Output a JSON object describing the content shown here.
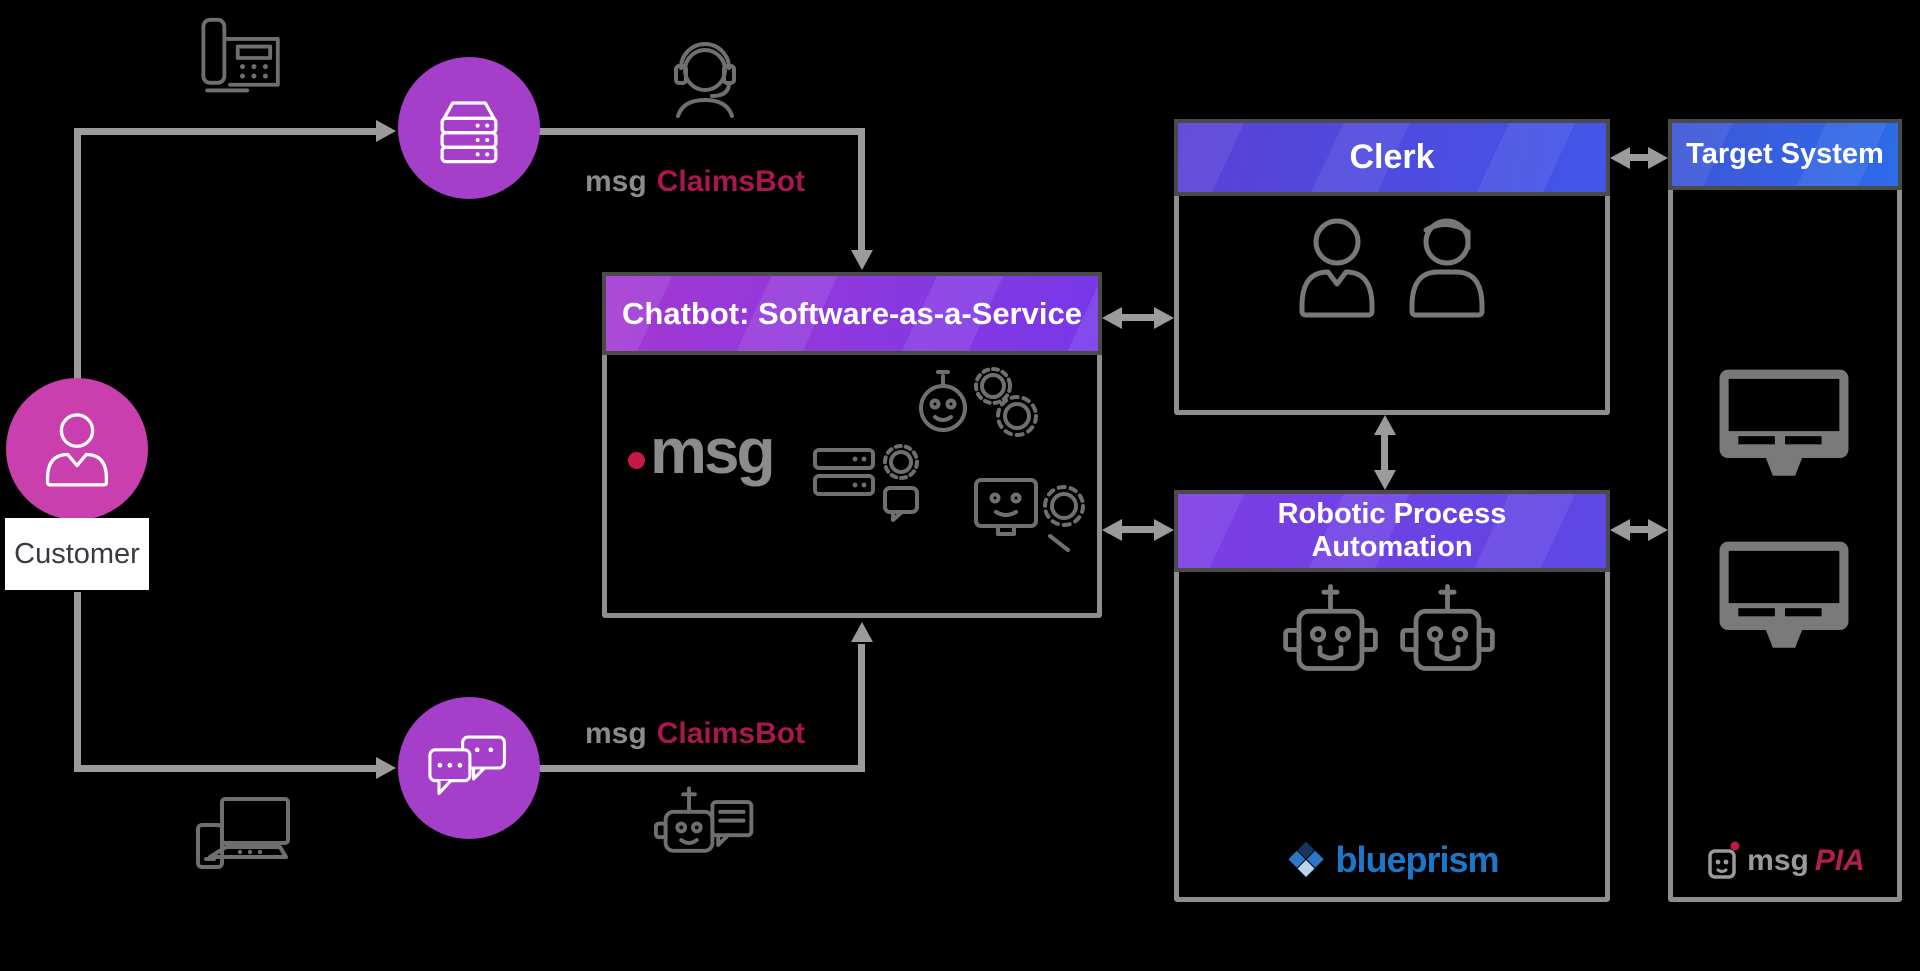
{
  "canvas": {
    "background": "#000000",
    "connector_color": "#9b9b9b"
  },
  "customer": {
    "label": "Customer",
    "icon": "person-icon",
    "circle_color": "#ca3fae"
  },
  "channels": {
    "phone_line": {
      "icon": "desk-phone-icon"
    },
    "voice_gateway": {
      "icon": "server-stack-icon",
      "circle_color": "#a53fc9"
    },
    "call_agent": {
      "icon": "support-agent-headset-icon"
    },
    "chat_line": {
      "icon": "laptop-phone-icon"
    },
    "chat_gateway": {
      "icon": "chat-bubbles-icon",
      "circle_color": "#a53fc9"
    },
    "chatbot_device": {
      "icon": "robot-chat-window-icon"
    }
  },
  "products": {
    "claimsbot_top": {
      "prefix": "msg",
      "name": "ClaimsBot",
      "prefix_color": "#8c8c8c",
      "name_color": "#a8174e"
    },
    "claimsbot_bottom": {
      "prefix": "msg",
      "name": "ClaimsBot",
      "prefix_color": "#8c8c8c",
      "name_color": "#a8174e"
    }
  },
  "boxes": {
    "chatbot": {
      "title": "Chatbot: Software-as-a-Service",
      "header_gradient": [
        "#a438d2",
        "#7638ea"
      ],
      "vendor_logo": "msg",
      "icons": [
        "bot-gears-icon",
        "server-chat-icon",
        "bot-screen-gear-icon"
      ]
    },
    "clerk": {
      "title": "Clerk",
      "header_gradient": [
        "#5b40d6",
        "#4156e8"
      ],
      "icons": [
        "clerk-person-icon",
        "clerk-person-icon"
      ]
    },
    "rpa": {
      "title_line1": "Robotic Process",
      "title_line2": "Automation",
      "header_gradient": [
        "#7e3ce4",
        "#5c48e4"
      ],
      "vendor_logo": "blueprism",
      "icons": [
        "robot-head-icon",
        "robot-head-icon"
      ]
    },
    "target": {
      "title": "Target System",
      "header_gradient": [
        "#3f55d6",
        "#2c6cea"
      ],
      "vendor_logo": "msg PIA",
      "icons": [
        "monitor-icon",
        "monitor-icon"
      ]
    }
  },
  "logos": {
    "msg": {
      "text": "msg",
      "dot_color": "#c41846",
      "text_color": "#8b8b8b"
    },
    "blueprism": {
      "text": "blueprism",
      "color": "#1d76c9"
    },
    "msgpia": {
      "prefix": "msg",
      "suffix": "PIA",
      "prefix_color": "#9a9a9a",
      "suffix_color": "#b01e52"
    }
  }
}
